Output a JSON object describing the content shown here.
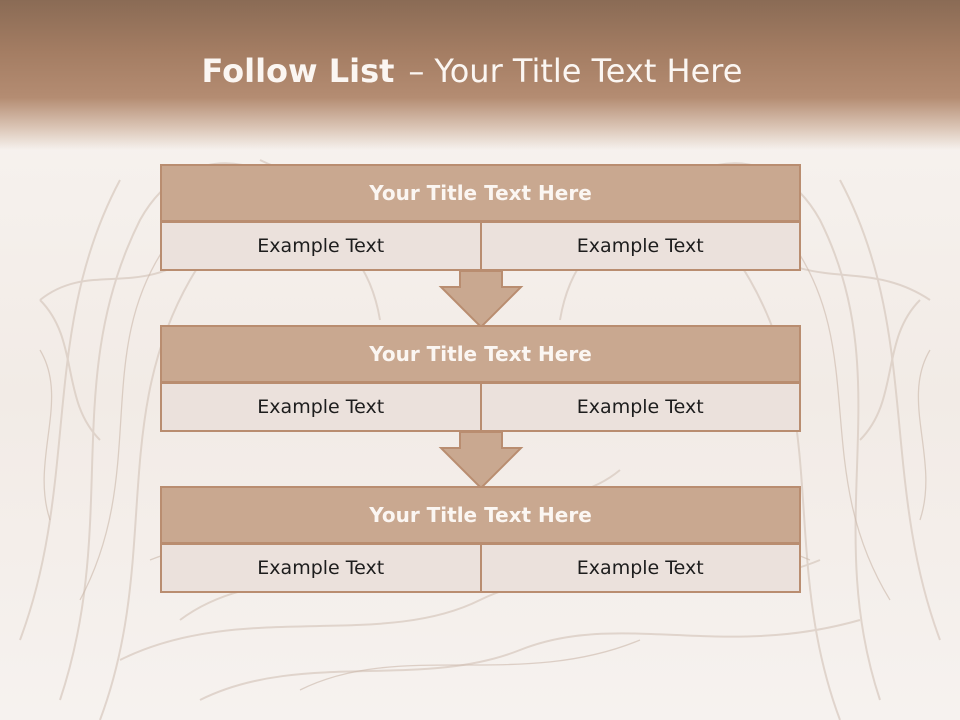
{
  "slide": {
    "title_bold": "Follow List",
    "title_sep": "–",
    "title_rest": "Your Title Text Here"
  },
  "steps": [
    {
      "title": "Your Title Text Here",
      "left": "Example Text",
      "right": "Example Text"
    },
    {
      "title": "Your Title Text Here",
      "left": "Example Text",
      "right": "Example Text"
    },
    {
      "title": "Your Title Text Here",
      "left": "Example Text",
      "right": "Example Text"
    }
  ],
  "colors": {
    "header_band": "#a47d63",
    "step_header_fill": "#c9a890",
    "step_border": "#b98d70",
    "cell_fill": "#ebe1dc",
    "title_text": "#fbf6f2"
  }
}
